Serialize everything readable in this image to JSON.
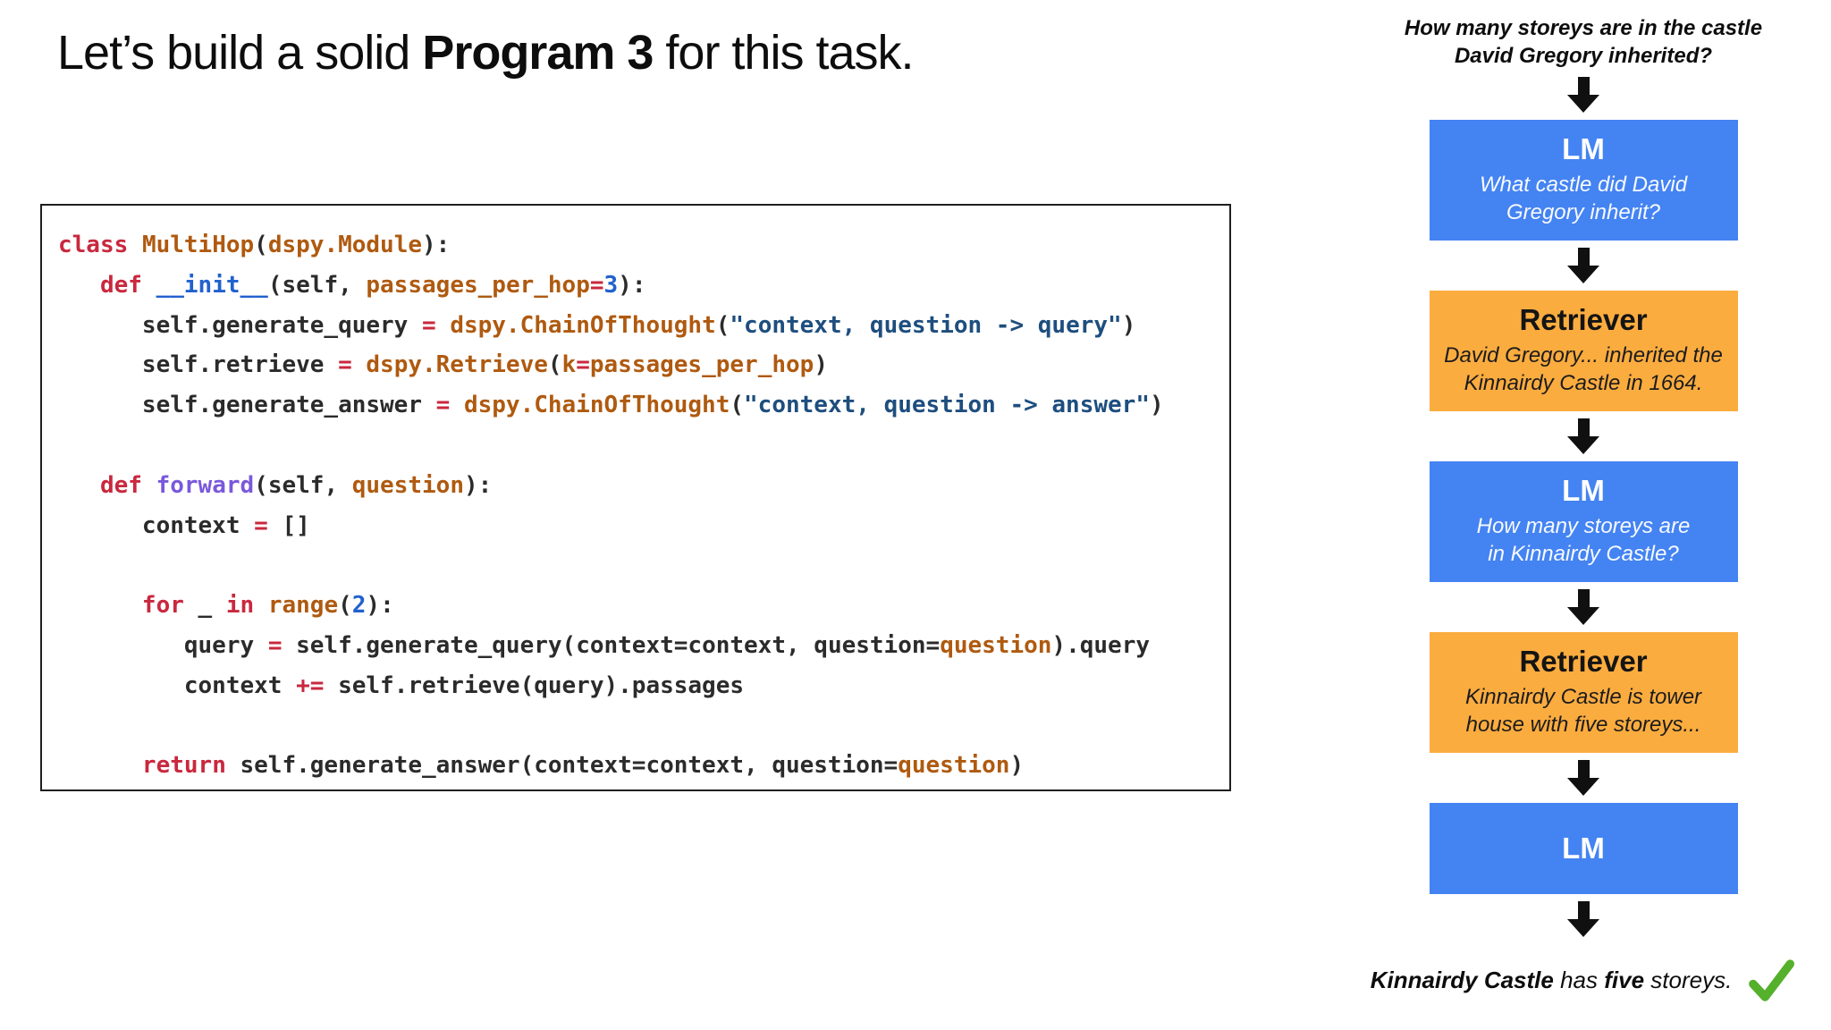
{
  "title": {
    "prefix": "Let’s build a solid ",
    "emphasis": "Program 3",
    "suffix": " for this task."
  },
  "code": {
    "token_colors": {
      "kw": "#C9283E",
      "nm": "#AF5A10",
      "bl": "#2161CE",
      "pu": "#7A58DB",
      "st": "#1E4E7E",
      "pl": "#2B2B2B"
    },
    "lines": [
      [
        {
          "t": "class",
          "c": "kw"
        },
        {
          "t": " ",
          "c": "pl"
        },
        {
          "t": "MultiHop",
          "c": "nm"
        },
        {
          "t": "(",
          "c": "pl"
        },
        {
          "t": "dspy.Module",
          "c": "nm"
        },
        {
          "t": "):",
          "c": "pl"
        }
      ],
      [
        {
          "t": "   ",
          "c": "pl"
        },
        {
          "t": "def",
          "c": "kw"
        },
        {
          "t": " ",
          "c": "pl"
        },
        {
          "t": "__init__",
          "c": "bl"
        },
        {
          "t": "(self, ",
          "c": "pl"
        },
        {
          "t": "passages_per_hop",
          "c": "nm"
        },
        {
          "t": "=",
          "c": "kw"
        },
        {
          "t": "3",
          "c": "bl"
        },
        {
          "t": "):",
          "c": "pl"
        }
      ],
      [
        {
          "t": "      self.generate_query ",
          "c": "pl"
        },
        {
          "t": "=",
          "c": "kw"
        },
        {
          "t": " ",
          "c": "pl"
        },
        {
          "t": "dspy.ChainOfThought",
          "c": "nm"
        },
        {
          "t": "(",
          "c": "pl"
        },
        {
          "t": "\"context, question -> query\"",
          "c": "st"
        },
        {
          "t": ")",
          "c": "pl"
        }
      ],
      [
        {
          "t": "      self.retrieve ",
          "c": "pl"
        },
        {
          "t": "=",
          "c": "kw"
        },
        {
          "t": " ",
          "c": "pl"
        },
        {
          "t": "dspy.Retrieve",
          "c": "nm"
        },
        {
          "t": "(",
          "c": "pl"
        },
        {
          "t": "k",
          "c": "nm"
        },
        {
          "t": "=",
          "c": "kw"
        },
        {
          "t": "passages_per_hop",
          "c": "nm"
        },
        {
          "t": ")",
          "c": "pl"
        }
      ],
      [
        {
          "t": "      self.generate_answer ",
          "c": "pl"
        },
        {
          "t": "=",
          "c": "kw"
        },
        {
          "t": " ",
          "c": "pl"
        },
        {
          "t": "dspy.ChainOfThought",
          "c": "nm"
        },
        {
          "t": "(",
          "c": "pl"
        },
        {
          "t": "\"context, question -> answer\"",
          "c": "st"
        },
        {
          "t": ")",
          "c": "pl"
        }
      ],
      [],
      [
        {
          "t": "   ",
          "c": "pl"
        },
        {
          "t": "def",
          "c": "kw"
        },
        {
          "t": " ",
          "c": "pl"
        },
        {
          "t": "forward",
          "c": "pu"
        },
        {
          "t": "(self, ",
          "c": "pl"
        },
        {
          "t": "question",
          "c": "nm"
        },
        {
          "t": "):",
          "c": "pl"
        }
      ],
      [
        {
          "t": "      context ",
          "c": "pl"
        },
        {
          "t": "=",
          "c": "kw"
        },
        {
          "t": " []",
          "c": "pl"
        }
      ],
      [],
      [
        {
          "t": "      ",
          "c": "pl"
        },
        {
          "t": "for",
          "c": "kw"
        },
        {
          "t": " _ ",
          "c": "pl"
        },
        {
          "t": "in",
          "c": "kw"
        },
        {
          "t": " ",
          "c": "pl"
        },
        {
          "t": "range",
          "c": "nm"
        },
        {
          "t": "(",
          "c": "pl"
        },
        {
          "t": "2",
          "c": "bl"
        },
        {
          "t": "):",
          "c": "pl"
        }
      ],
      [
        {
          "t": "         query ",
          "c": "pl"
        },
        {
          "t": "=",
          "c": "kw"
        },
        {
          "t": " self.generate_query(context=context, question=",
          "c": "pl"
        },
        {
          "t": "question",
          "c": "nm"
        },
        {
          "t": ").query",
          "c": "pl"
        }
      ],
      [
        {
          "t": "         context ",
          "c": "pl"
        },
        {
          "t": "+=",
          "c": "kw"
        },
        {
          "t": " self.retrieve(query).passages",
          "c": "pl"
        }
      ],
      [],
      [
        {
          "t": "      ",
          "c": "pl"
        },
        {
          "t": "return",
          "c": "kw"
        },
        {
          "t": " self.generate_answer(context=context, question=",
          "c": "pl"
        },
        {
          "t": "question",
          "c": "nm"
        },
        {
          "t": ")",
          "c": "pl"
        }
      ]
    ]
  },
  "flowchart": {
    "question_lines": [
      "How many storeys are in the castle",
      "David Gregory inherited?"
    ],
    "nodes": [
      {
        "kind": "lm",
        "label": "LM",
        "lines": [
          "What castle did David",
          "Gregory inherit?"
        ]
      },
      {
        "kind": "retriever",
        "label": "Retriever",
        "lines": [
          "David Gregory... inherited the",
          "Kinnairdy Castle in 1664."
        ]
      },
      {
        "kind": "lm",
        "label": "LM",
        "lines": [
          "How many storeys are",
          "in Kinnairdy Castle?"
        ]
      },
      {
        "kind": "retriever",
        "label": "Retriever",
        "lines": [
          "Kinnairdy Castle is tower",
          "house with five storeys..."
        ]
      },
      {
        "kind": "lm",
        "label": "LM",
        "lines": []
      }
    ],
    "answer_segments": [
      {
        "text": "Kinnairdy Castle",
        "bold": true
      },
      {
        "text": " has ",
        "bold": false
      },
      {
        "text": "five",
        "bold": true
      },
      {
        "text": " storeys.",
        "bold": false
      }
    ],
    "colors": {
      "lm_box": "#4483F2",
      "retriever_box": "#FBAC3F",
      "arrow": "#101010",
      "check": "#55B02C"
    },
    "check_icon": "green-checkmark"
  }
}
